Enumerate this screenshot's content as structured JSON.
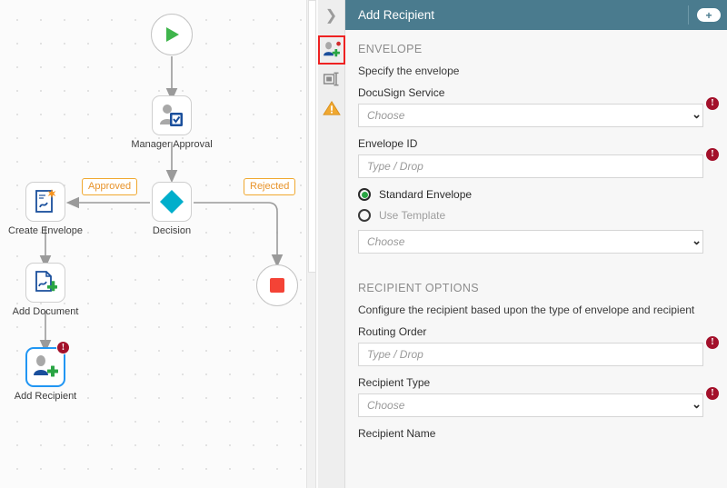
{
  "canvas": {
    "nodes": [
      {
        "id": "start",
        "name": "start-node",
        "label": "",
        "icon": "play-icon",
        "shape": "circle"
      },
      {
        "id": "approval",
        "name": "manager-approval-node",
        "label": "Manager Approval",
        "icon": "user-task-icon",
        "shape": "box"
      },
      {
        "id": "decision",
        "name": "decision-node",
        "label": "Decision",
        "icon": "decision-diamond-icon",
        "shape": "box"
      },
      {
        "id": "create",
        "name": "create-envelope-node",
        "label": "Create Envelope",
        "icon": "create-envelope-icon",
        "shape": "box"
      },
      {
        "id": "adddoc",
        "name": "add-document-node",
        "label": "Add Document",
        "icon": "add-document-icon",
        "shape": "box"
      },
      {
        "id": "addrec",
        "name": "add-recipient-node",
        "label": "Add Recipient",
        "icon": "add-recipient-icon",
        "shape": "box",
        "selected": true,
        "error": "!"
      },
      {
        "id": "end",
        "name": "end-node",
        "label": "",
        "icon": "stop-icon",
        "shape": "circle"
      }
    ],
    "edge_labels": [
      {
        "name": "edge-label-approved",
        "text": "Approved"
      },
      {
        "name": "edge-label-rejected",
        "text": "Rejected"
      }
    ],
    "colors": {
      "start_green": "#3fb54c",
      "end_red": "#f44336",
      "decision_teal": "#00aecb",
      "edge_grey": "#9a9a9a",
      "flag_orange": "#e8932a",
      "selection_blue": "#2196f3",
      "error_red": "#a3102a"
    }
  },
  "panel": {
    "collapse_icon": "chevron-right-icon",
    "title": "Add Recipient",
    "expand_icon": "plus-icon",
    "header_color": "#4a7b8e",
    "rail": [
      {
        "name": "rail-item-add-recipient",
        "icon": "add-recipient-icon",
        "active": true
      },
      {
        "name": "rail-item-properties",
        "icon": "properties-icon",
        "active": false
      },
      {
        "name": "rail-item-warnings",
        "icon": "warning-triangle-icon",
        "active": false
      }
    ],
    "sections": [
      {
        "name": "envelope-section",
        "title": "ENVELOPE",
        "description": "Specify the envelope",
        "fields": [
          {
            "name": "docusign-service",
            "label": "DocuSign Service",
            "type": "select",
            "value": "",
            "placeholder": "Choose",
            "error": true
          },
          {
            "name": "envelope-id",
            "label": "Envelope ID",
            "type": "text",
            "value": "",
            "placeholder": "Type / Drop",
            "error": true
          }
        ],
        "radios": [
          {
            "name": "standard-envelope-radio",
            "label": "Standard Envelope",
            "selected": true,
            "disabled": false
          },
          {
            "name": "use-template-radio",
            "label": "Use Template",
            "selected": false,
            "disabled": true
          }
        ],
        "template_select": {
          "name": "template-select",
          "type": "select",
          "value": "",
          "placeholder": "Choose",
          "error": false
        }
      },
      {
        "name": "recipient-options-section",
        "title": "RECIPIENT OPTIONS",
        "description": "Configure the recipient based upon the type of envelope and recipient",
        "fields": [
          {
            "name": "routing-order",
            "label": "Routing Order",
            "type": "text",
            "value": "",
            "placeholder": "Type / Drop",
            "error": true
          },
          {
            "name": "recipient-type",
            "label": "Recipient Type",
            "type": "select",
            "value": "",
            "placeholder": "Choose",
            "error": true
          },
          {
            "name": "recipient-name",
            "label": "Recipient Name",
            "type": "text",
            "value": "",
            "placeholder": "",
            "error": false
          }
        ]
      }
    ]
  }
}
